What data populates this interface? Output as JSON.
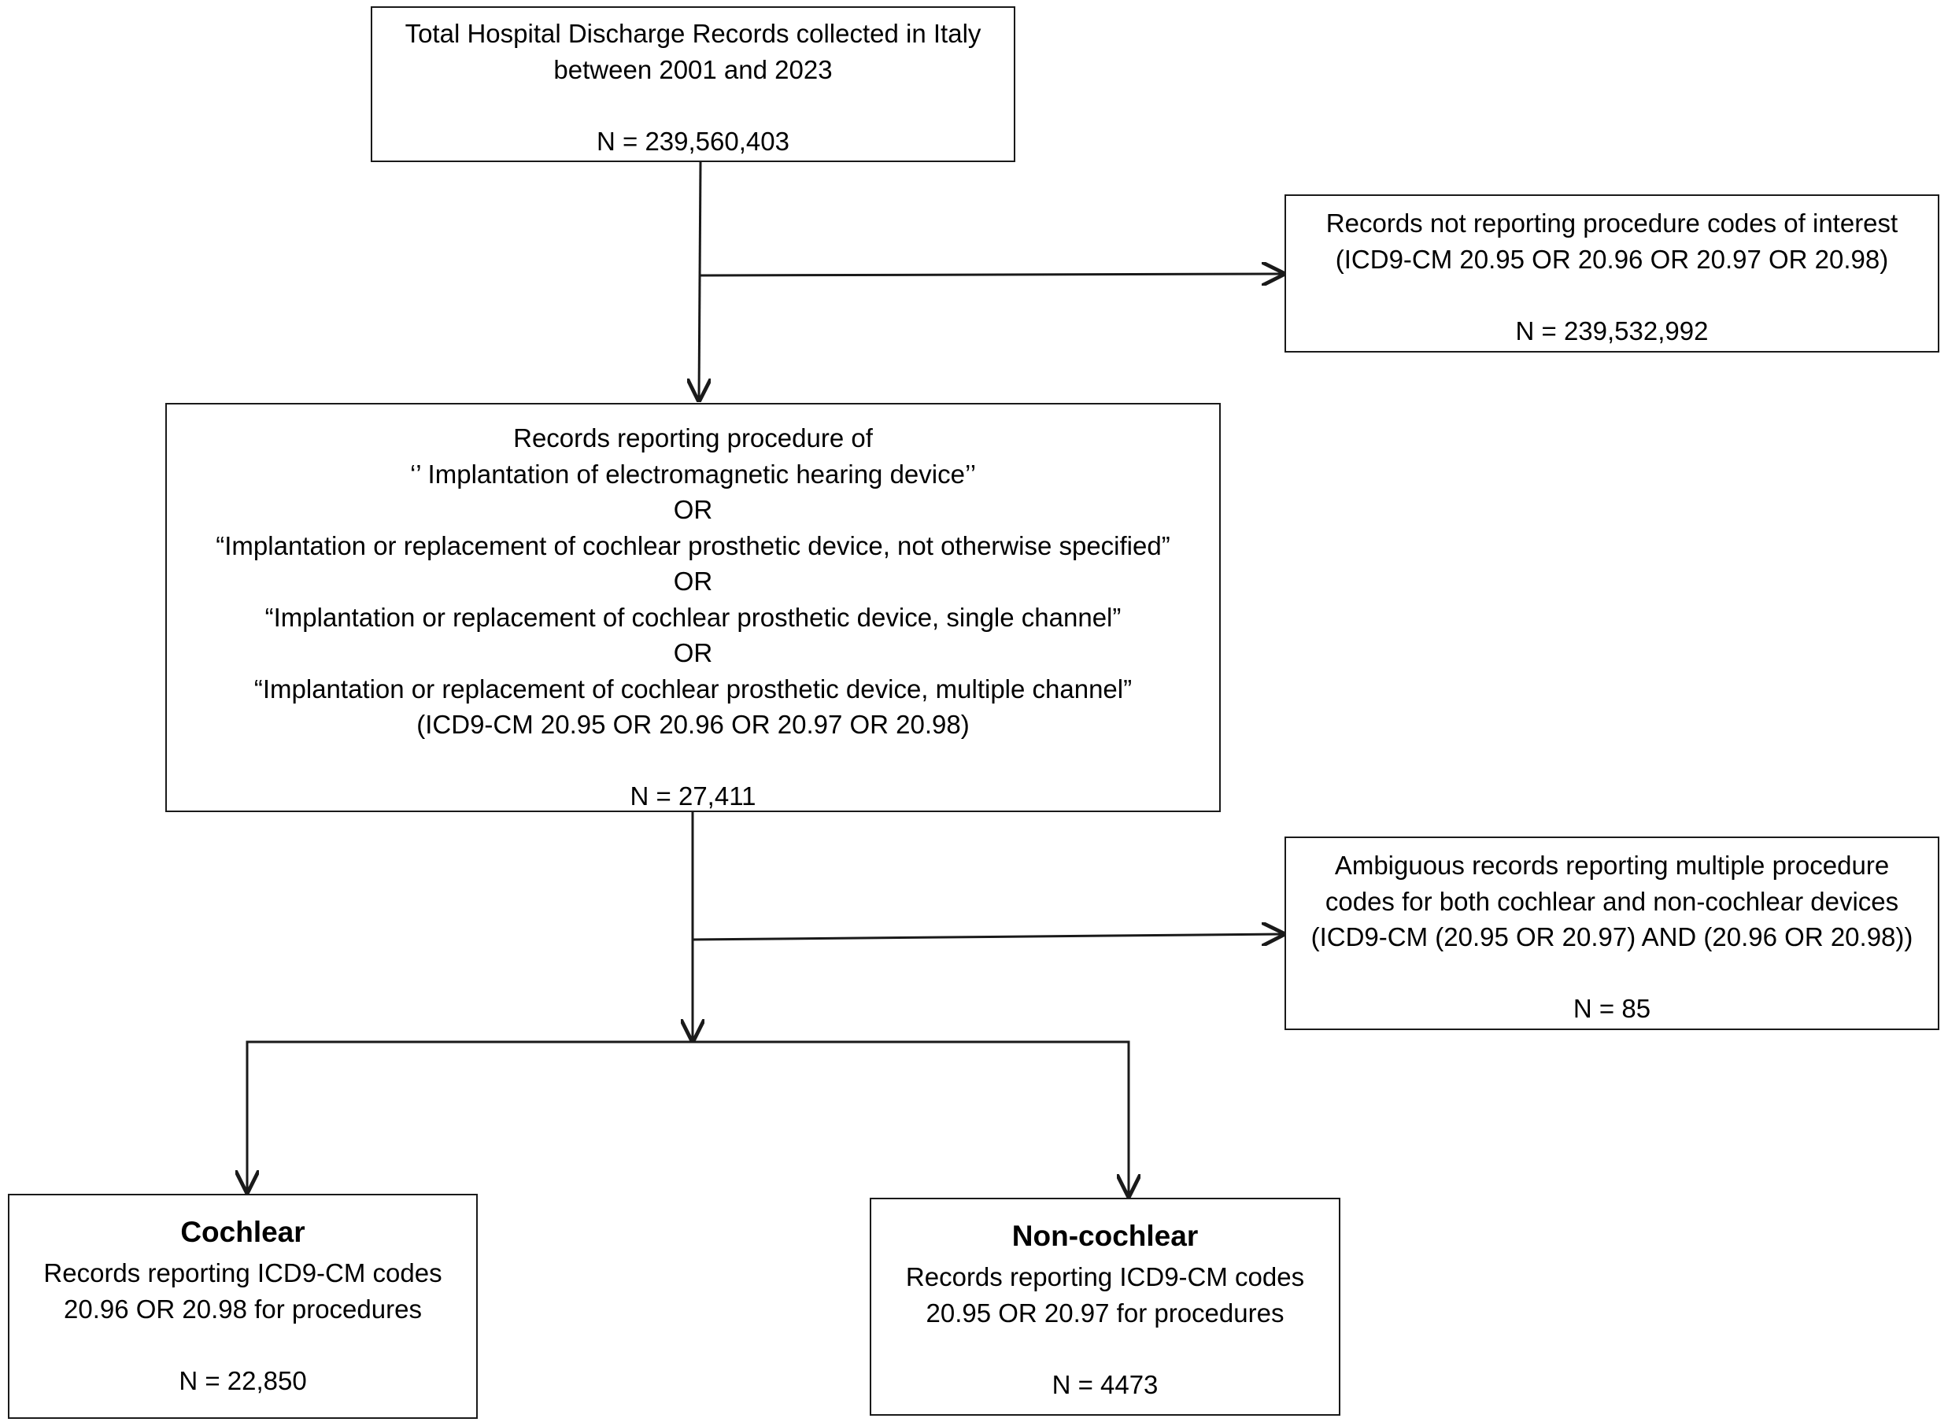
{
  "total": {
    "lines": [
      "Total Hospital Discharge Records collected in Italy",
      "between 2001 and 2023",
      "",
      "N = 239,560,403"
    ]
  },
  "excluded_codes": {
    "lines": [
      "Records not reporting procedure codes of interest",
      "(ICD9-CM 20.95 OR 20.96 OR 20.97 OR 20.98)",
      "",
      "N = 239,532,992"
    ]
  },
  "procedures": {
    "lines": [
      "Records reporting procedure of",
      "‘’ Implantation of electromagnetic hearing device’’",
      "OR",
      "“Implantation or replacement of cochlear prosthetic device, not otherwise specified”",
      "OR",
      "“Implantation or replacement of cochlear prosthetic device, single channel”",
      "OR",
      "“Implantation or replacement of cochlear prosthetic device, multiple channel”",
      "(ICD9-CM 20.95 OR 20.96 OR 20.97 OR 20.98)",
      "",
      "N = 27,411"
    ]
  },
  "ambiguous": {
    "lines": [
      "Ambiguous records reporting multiple procedure",
      "codes for both cochlear and non-cochlear devices",
      "(ICD9-CM (20.95 OR 20.97) AND (20.96 OR 20.98))",
      "",
      "N = 85"
    ]
  },
  "cochlear": {
    "title": "Cochlear",
    "lines": [
      "Records reporting ICD9-CM codes",
      "20.96 OR 20.98 for procedures",
      "",
      "N = 22,850"
    ]
  },
  "non_cochlear": {
    "title": "Non-cochlear",
    "lines": [
      "Records reporting ICD9-CM codes",
      "20.95 OR 20.97 for procedures",
      "",
      "N = 4473"
    ]
  }
}
